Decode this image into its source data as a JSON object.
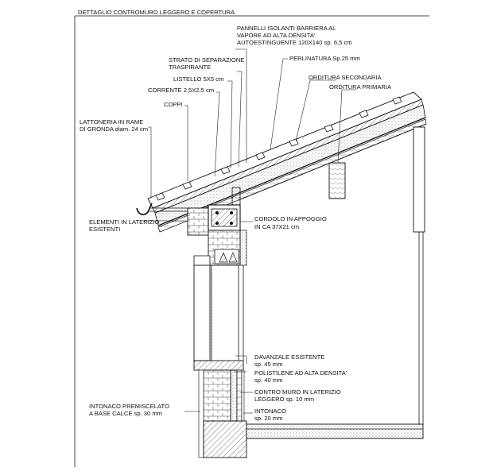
{
  "title": "DETTAGLIO CONTROMURO LEGGERO E COPERTURA",
  "labels": {
    "pannelli": [
      "PANNELLI ISOLANTI BARRIERA AL",
      "VAPORE AD ALTA DENSITA'",
      "AUTOESTINGUENTE 120X140 sp. 6,5 cm"
    ],
    "perlinatura": [
      "PERLINATURA Sp.25 mm"
    ],
    "strato": [
      "STRATO DI SEPARAZIONE",
      "TRASPIRANTE"
    ],
    "orditura_secondaria": [
      "ORDITURA SECONDARIA"
    ],
    "listello": [
      "LISTELLO 5X5 cm"
    ],
    "orditura_primaria": [
      "ORDITURA PRIMARIA"
    ],
    "corrente": [
      "CORRENTE 2,5X2,5 cm"
    ],
    "coppi": [
      "COPPI"
    ],
    "lattoneria": [
      "LATTONERIA IN RAME",
      "DI GRONDA diam. 24 cm"
    ],
    "elementi": [
      "ELEMENTI IN LATERIZIO",
      "ESISTENTI"
    ],
    "cordolo": [
      "CORDOLO IN APPOGGIO",
      "IN CA  37X21 cm"
    ],
    "davanzale": [
      "DAVANZALE ESISTENTE",
      "sp. 45 mm"
    ],
    "polistirene": [
      "POLISTILENE AD ALTA DENSITA'",
      "sp. 40 mm"
    ],
    "contromuro": [
      "CONTRO MURO IN LATERIZIO",
      "LEGGERO sp. 10 mm"
    ],
    "intonaco": [
      "INTONACO",
      "sp. 20 mm"
    ],
    "intonaco_premiscelato": [
      "INTONACO PREMISCELATO",
      "A BASE CALCE sp. 30 mm"
    ]
  }
}
